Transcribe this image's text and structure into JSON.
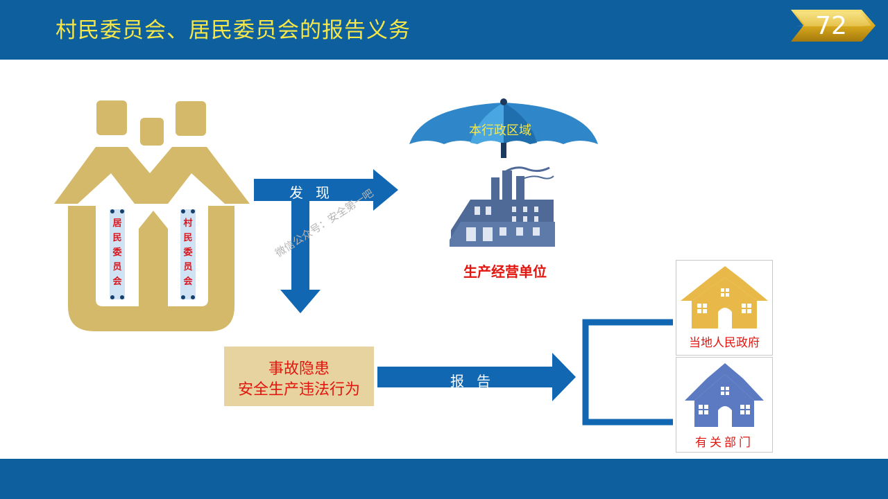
{
  "header": {
    "title": "村民委员会、居民委员会的报告义务",
    "page_number": "72"
  },
  "committee_icon": {
    "left_banner": [
      "居",
      "民",
      "委",
      "员",
      "会"
    ],
    "right_banner": [
      "村",
      "民",
      "委",
      "员",
      "会"
    ]
  },
  "umbrella": {
    "label": "本行政区域"
  },
  "factory": {
    "label": "生产经营单位"
  },
  "arrows": {
    "discover": "发现",
    "report": "报告"
  },
  "hazard": {
    "line1": "事故隐患",
    "line2": "安全生产违法行为"
  },
  "recipients": {
    "government": "当地人民政府",
    "departments": "有关部门"
  },
  "watermark": "微信公众号：安全第一吧",
  "colors": {
    "header_blue": "#0d5f9e",
    "title_yellow": "#f5e74a",
    "arrow_blue": "#1167b1",
    "gold": "#d4b96a",
    "alert_red": "#e3150f",
    "factory_slate": "#4f6a97",
    "house_blue": "#5c7ac1"
  }
}
